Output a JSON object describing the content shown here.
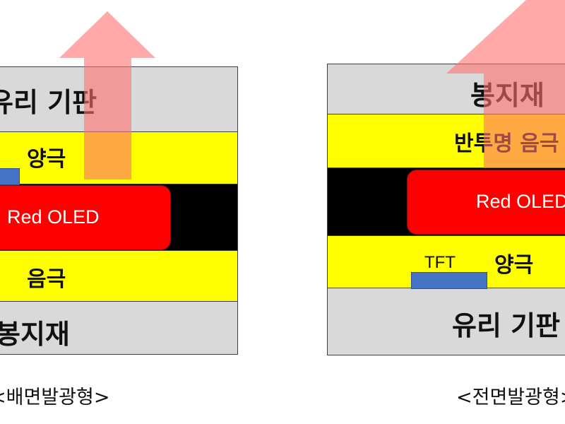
{
  "left_diagram": {
    "glass_substrate": "유리 기판",
    "anode": "양극",
    "oled": "Red OLED",
    "cathode": "음극",
    "encapsulant": "봉지재",
    "caption": "<배면발광형>"
  },
  "right_diagram": {
    "encapsulant": "봉지재",
    "semi_transparent_cathode": "반투명 음극",
    "oled": "Red OLED",
    "tft": "TFT",
    "anode": "양극",
    "glass_substrate": "유리 기판",
    "caption": "<전면발광형>"
  },
  "colors": {
    "glass": "#d9d9d9",
    "electrode": "#ffff00",
    "oled": "#ff0000",
    "black_layer": "#000000",
    "tft": "#4472c4",
    "arrow": "#f4a0a0"
  }
}
